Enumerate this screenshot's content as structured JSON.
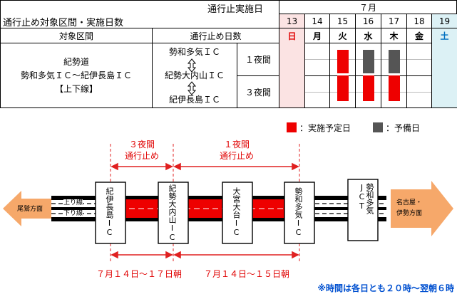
{
  "table": {
    "header_left": "通行止め対象区間・実施日数",
    "header_right": "通行止実施日",
    "month": "７月",
    "col_section": "対象区間",
    "col_closure": "通行止め日数",
    "days": [
      {
        "date": "13",
        "dow": "日"
      },
      {
        "date": "14",
        "dow": "月"
      },
      {
        "date": "15",
        "dow": "火"
      },
      {
        "date": "16",
        "dow": "水"
      },
      {
        "date": "17",
        "dow": "木"
      },
      {
        "date": "18",
        "dow": "金"
      },
      {
        "date": "19",
        "dow": "土"
      }
    ],
    "section_line1": "紀勢道",
    "section_line2": "勢和多気ＩＣ～紀伊長島ＩＣ",
    "section_line3": "【上下線】",
    "ic1": "勢和多気ＩＣ",
    "ic2": "紀勢大内山ＩＣ",
    "ic3": "紀伊長島ＩＣ",
    "nights1": "１夜間",
    "nights3": "３夜間"
  },
  "legend": {
    "planned": "：実施予定日",
    "spare": "：予備日"
  },
  "diagram": {
    "closure3_l1": "３夜間",
    "closure3_l2": "通行止め",
    "closure1_l1": "１夜間",
    "closure1_l2": "通行止め",
    "left_dest": "尾鷲方面",
    "up_line": "上り線",
    "down_line": "下り線",
    "right_dest_l1": "名古屋・",
    "right_dest_l2": "伊勢方面",
    "ic_kiinagashima": "紀伊長島IC",
    "ic_kiseiouchiyama": "紀勢大内山IC",
    "ic_omiyaodai": "大宮大台IC",
    "ic_seiwataki": "勢和多気IC",
    "jct_seiwataki": "勢和多気JCT",
    "period3": "７月１４日～１７日朝",
    "period1": "７月１４日～１５日朝",
    "note": "※時間は各日とも２０時～翌朝６時"
  },
  "colors": {
    "planned": "#ee0000",
    "spare": "#555555",
    "arrow": "#e8301a"
  }
}
